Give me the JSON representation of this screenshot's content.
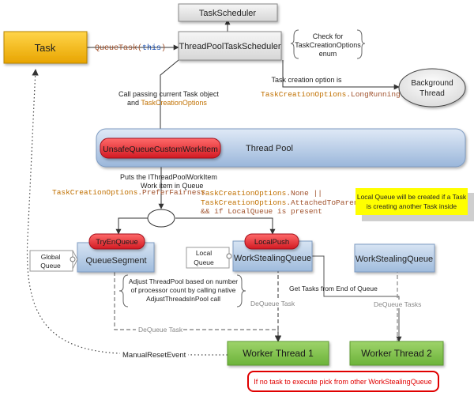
{
  "nodes": {
    "task": "Task",
    "task_scheduler": "TaskScheduler",
    "threadpool_scheduler": "ThreadPoolTaskScheduler",
    "background_thread": [
      "Background",
      "Thread"
    ],
    "thread_pool": "Thread Pool",
    "unsafe_queue": "UnsafeQueueCustomWorkItem",
    "try_enqueue": "TryEnQueue",
    "queue_segment": "QueueSegment",
    "local_push": "LocalPush",
    "wsq1": "WorkStealingQueue",
    "wsq2": "WorkStealingQueue",
    "global_queue_tag": [
      "Global",
      "Queue"
    ],
    "local_queue_tag": [
      "Local",
      "Queue"
    ],
    "worker1": "Worker Thread 1",
    "worker2": "Worker Thread 2"
  },
  "notes": {
    "check_options": [
      "Check for",
      "TaskCreationOptions",
      "enum"
    ],
    "adjust_threadpool": [
      "Adjust ThreadPool based on number",
      "of processor count by calling native",
      "AdjustThreadsInPool call"
    ],
    "local_queue_note": [
      "Local Queue will be created if a Task",
      "is creating another Task inside"
    ],
    "no_task_note": "If no task to execute pick from other WorkStealingQueue"
  },
  "labels": {
    "queue_task_fn": "QueueTask(",
    "queue_task_arg": "this",
    "queue_task_close": ")",
    "call_passing_1": "Call passing current Task object",
    "call_passing_2_prefix": "and ",
    "call_passing_2_code": "TaskCreationOptions",
    "creation_option_is": "Task creation option is",
    "long_running_a": "TaskCreationOptions",
    "long_running_b": ".LongRunning",
    "puts_1": "Puts the IThreadPoolWorkItem",
    "puts_2": "Work item in Queue",
    "prefer_fairness_a": "TaskCreationOptions",
    "prefer_fairness_b": ".PreferFairness",
    "none_a": "TaskCreationOptions",
    "none_b": ".None ||",
    "attached_a": "TaskCreationOptions",
    "attached_b": ".AttachedToParent",
    "local_present": "&& if LocalQueue is present",
    "get_tasks_end": "Get Tasks from End of Queue",
    "dequeue_task_1": "DeQueue Task",
    "dequeue_task_2": "DeQueue Task",
    "dequeue_tasks": "DeQueue Tasks",
    "manual_reset": "ManualResetEvent"
  },
  "colors": {
    "task_fill": "#f5b800",
    "blue_box": "#b8cde6",
    "red_pill": "#e8202b",
    "green_box": "#7ec34a",
    "note_yellow": "#ffff00",
    "code_orange": "#c07000",
    "code_brown": "#a0522d",
    "red_border": "#e00000"
  }
}
